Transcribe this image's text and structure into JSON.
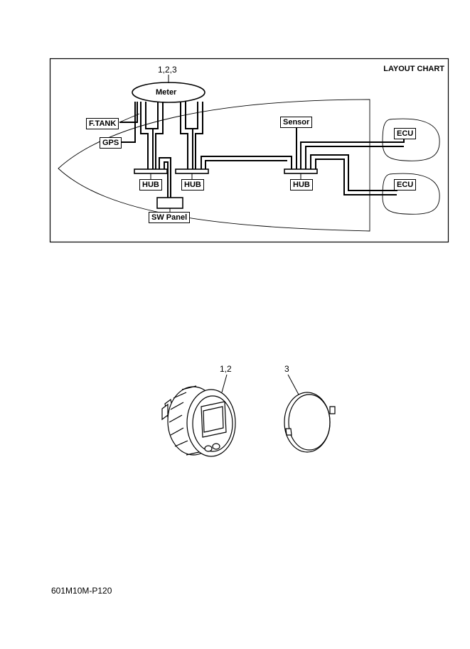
{
  "chart": {
    "title": "LAYOUT CHART",
    "meter_callout": "1,2,3",
    "meter_label": "Meter",
    "ftank_label": "F.TANK",
    "gps_label": "GPS",
    "sensor_label": "Sensor",
    "hub_labels": [
      "HUB",
      "HUB",
      "HUB"
    ],
    "sw_panel_label": "SW Panel",
    "ecu_labels": [
      "ECU",
      "ECU"
    ]
  },
  "parts": {
    "meter_callout": "1,2",
    "bezel_callout": "3"
  },
  "footer": {
    "doc_code": "601M10M-P120"
  }
}
